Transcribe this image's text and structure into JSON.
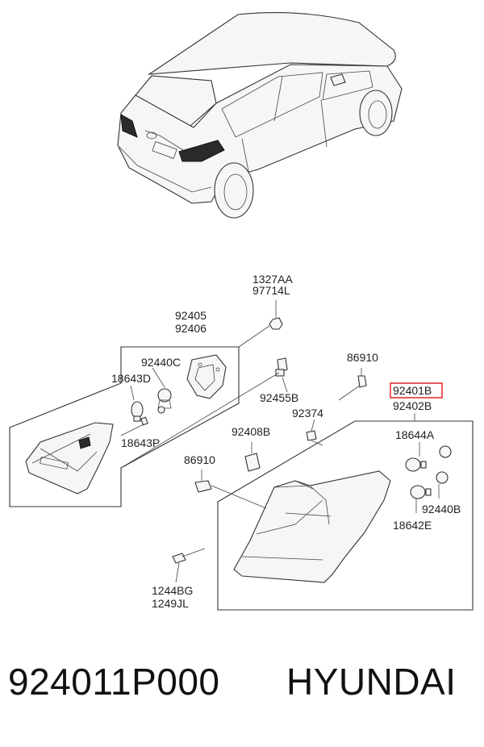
{
  "labels": {
    "l_1327aa": "1327AA",
    "l_97714l": "97714L",
    "l_92405": "92405",
    "l_92406": "92406",
    "l_92440c": "92440C",
    "l_18643d": "18643D",
    "l_18643p": "18643P",
    "l_92455b": "92455B",
    "l_86910_top": "86910",
    "l_92401b": "92401B",
    "l_92402b": "92402B",
    "l_92374": "92374",
    "l_92408b": "92408B",
    "l_18644a": "18644A",
    "l_86910_mid": "86910",
    "l_92440b": "92440B",
    "l_18642e": "18642E",
    "l_1244bg": "1244BG",
    "l_1249jl": "1249JL"
  },
  "caption": {
    "part_number": "924011P000",
    "brand": "HYUNDAI"
  },
  "colors": {
    "highlight": "#e3262a",
    "line": "#333333"
  }
}
